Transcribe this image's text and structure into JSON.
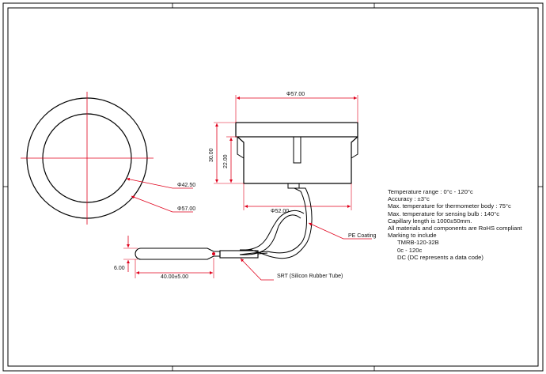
{
  "drawing": {
    "colors": {
      "line": "#000000",
      "dimension": "#e0001b",
      "center_line": "#e0001b"
    },
    "front_view": {
      "inner_diameter_label": "Φ42.50",
      "outer_diameter_label": "Φ57.00"
    },
    "side_view": {
      "top_width_label": "Φ57.00",
      "bottom_width_label": "Φ52.00",
      "overall_height_label": "30.00",
      "body_height_label": "22.00",
      "coating_callout": "PE Coating"
    },
    "probe": {
      "diameter_label": "6.00",
      "length_label": "40.00±5.00",
      "tube_callout": "SRT (Silicon Rubber Tube)"
    },
    "specifications": [
      "Temperature  range : 0°c - 120°c",
      "Accuracy : ±3°c",
      "Max. temperature for thermometer body : 75°c",
      "Max. temperature for sensing bulb : 140°c",
      "Capillary length is 1000±50mm.",
      "All materials and components are RoHS compliant",
      "Marking to include"
    ],
    "marking_lines": [
      "TMRB-120-32B",
      "0c - 120c",
      "DC (DC represents a data code)"
    ]
  }
}
